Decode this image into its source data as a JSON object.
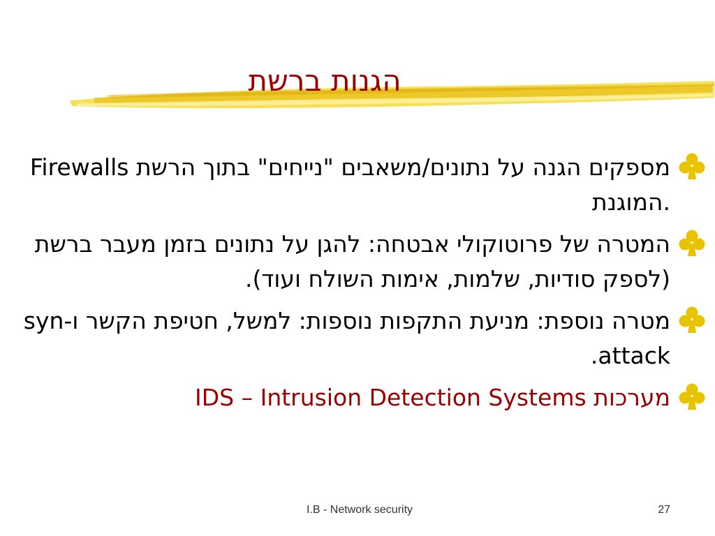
{
  "slide": {
    "title": "הגנות ברשת",
    "bullets": [
      {
        "text": "Firewalls מספקים הגנה על נתונים/משאבים \"נייחים\" בתוך הרשת המוגנת."
      },
      {
        "text": "המטרה של פרוטוקולי אבטחה: להגן על נתונים בזמן מעבר ברשת (לספק סודיות, שלמות, אימות השולח ועוד)."
      },
      {
        "text": "מטרה נוספת: מניעת התקפות נוספות: למשל, חטיפת הקשר ו-syn attack."
      },
      {
        "text": "מערכות IDS – Intrusion Detection Systems"
      }
    ],
    "bullet_icon": "club-icon",
    "footer_text": "I.B - Network security",
    "page_number": "27"
  },
  "colors": {
    "title": "#990000",
    "bullet_icon": "#E8C400",
    "brush_stroke": "#F2D230",
    "body_text": "#000000",
    "last_bullet_text": "#990000"
  }
}
